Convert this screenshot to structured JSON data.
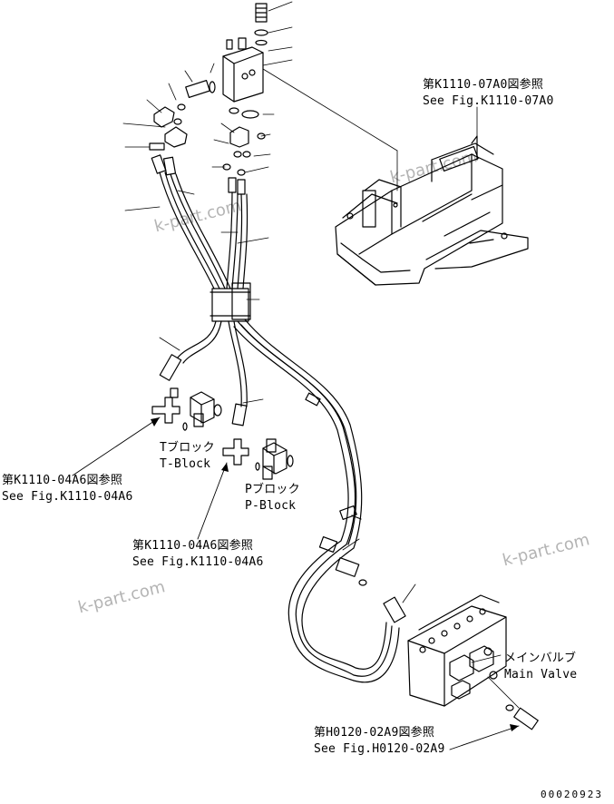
{
  "references": {
    "cab": {
      "jp": "第K1110-07A0図参照",
      "en": "See Fig.K1110-07A0"
    },
    "t_block": {
      "jp": "第K1110-04A6図参照",
      "en": "See Fig.K1110-04A6"
    },
    "p_block": {
      "jp": "第K1110-04A6図参照",
      "en": "See Fig.K1110-04A6"
    },
    "valve_fitting": {
      "jp": "第H0120-02A9図参照",
      "en": "See Fig.H0120-02A9"
    }
  },
  "components": {
    "t_block": {
      "jp": "Tブロック",
      "en": "T-Block"
    },
    "p_block": {
      "jp": "Pブロック",
      "en": "P-Block"
    },
    "main_valve": {
      "jp": "メインバルブ",
      "en": "Main Valve"
    }
  },
  "watermark": "k-part.com",
  "document_number": "00020923",
  "colors": {
    "line": "#000000",
    "watermark": "#b4b4b4"
  }
}
